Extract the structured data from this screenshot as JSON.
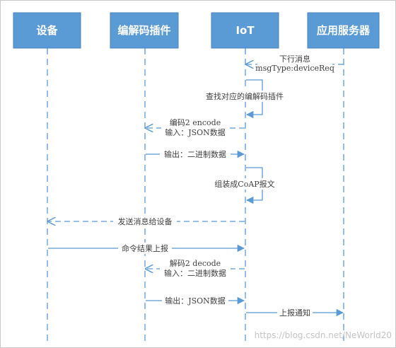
{
  "actors": [
    {
      "name": "设备"
    },
    {
      "name": "编解码插件"
    },
    {
      "name": "IoT"
    },
    {
      "name": "应用服务器"
    }
  ],
  "messages": [
    {
      "lines": [
        "下行消息",
        "msgType:deviceReq"
      ],
      "from": 3,
      "to": 2,
      "style": "dashed"
    },
    {
      "lines": [
        "查找对应的编解码插件"
      ],
      "from": 2,
      "to": 2,
      "style": "self"
    },
    {
      "lines": [
        "编码2 encode",
        "输入：JSON数据"
      ],
      "from": 2,
      "to": 1,
      "style": "dashed"
    },
    {
      "lines": [
        "输出：二进制数据"
      ],
      "from": 1,
      "to": 2,
      "style": "solid"
    },
    {
      "lines": [
        "组装成CoAP报文"
      ],
      "from": 2,
      "to": 2,
      "style": "self"
    },
    {
      "lines": [
        "发送消息给设备"
      ],
      "from": 2,
      "to": 0,
      "style": "dashed"
    },
    {
      "lines": [
        "命令结果上报"
      ],
      "from": 0,
      "to": 2,
      "style": "solid"
    },
    {
      "lines": [
        "解码2 decode",
        "输入：二进制数据"
      ],
      "from": 2,
      "to": 1,
      "style": "dashed"
    },
    {
      "lines": [
        "输出：JSON数据"
      ],
      "from": 1,
      "to": 2,
      "style": "solid"
    },
    {
      "lines": [
        "上报通知"
      ],
      "from": 2,
      "to": 3,
      "style": "solid"
    }
  ],
  "watermark": "https://blog.csdn.net/NeWorld20",
  "colors": {
    "actor_fill": "#5b9bd5",
    "actor_border": "#4a86c0",
    "line": "#5b9bd5",
    "text": "#404040"
  }
}
